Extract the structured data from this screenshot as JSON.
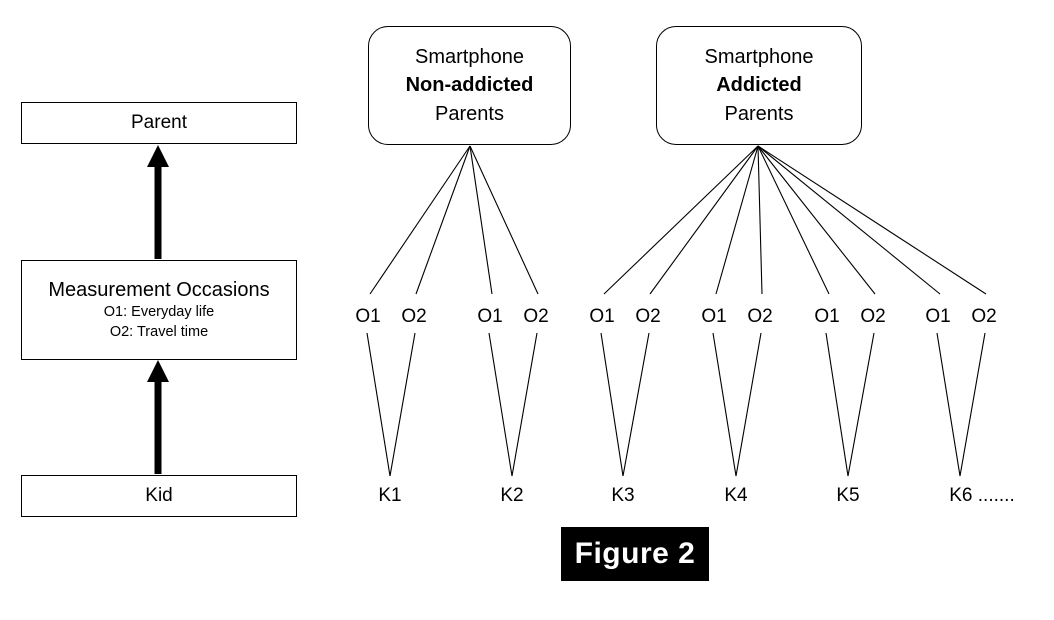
{
  "figure": {
    "caption": "Figure 2"
  },
  "legend": {
    "parent_box": {
      "label": "Parent"
    },
    "occasions_box": {
      "title": "Measurement Occasions",
      "line1": "O1: Everyday life",
      "line2": "O2: Travel time"
    },
    "kid_box": {
      "label": "Kid"
    }
  },
  "groups": [
    {
      "id": "non-addicted",
      "title_line1": "Smartphone",
      "title_line2": "Non-addicted",
      "title_line3": "Parents",
      "kids": [
        {
          "label": "K1",
          "occasions": [
            "O1",
            "O2"
          ]
        },
        {
          "label": "K2",
          "occasions": [
            "O1",
            "O2"
          ]
        }
      ]
    },
    {
      "id": "addicted",
      "title_line1": "Smartphone",
      "title_line2": "Addicted",
      "title_line3": "Parents",
      "kids": [
        {
          "label": "K3",
          "occasions": [
            "O1",
            "O2"
          ]
        },
        {
          "label": "K4",
          "occasions": [
            "O1",
            "O2"
          ]
        },
        {
          "label": "K5",
          "occasions": [
            "O1",
            "O2"
          ]
        },
        {
          "label": "K6 .......",
          "occasions": [
            "O1",
            "O2"
          ]
        }
      ]
    }
  ],
  "colors": {
    "stroke": "#000000",
    "background": "#ffffff",
    "caption_bg": "#000000",
    "caption_fg": "#ffffff"
  }
}
